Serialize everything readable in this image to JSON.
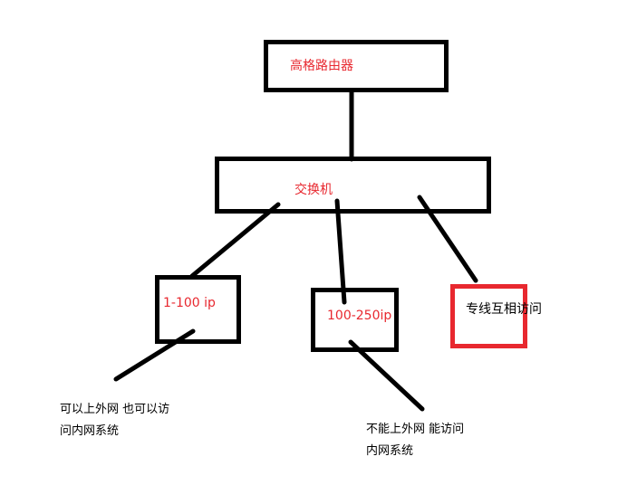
{
  "router": {
    "label": "高格路由器"
  },
  "switch": {
    "label": "交换机"
  },
  "subnet_a": {
    "label": "1-100 ip"
  },
  "subnet_b": {
    "label": "100-250ip"
  },
  "dedicated": {
    "label": "专线互相访问",
    "border_color": "#e8282f"
  },
  "note_a": {
    "line1": "可以上外网 也可以访",
    "line2": "问内网系统"
  },
  "note_b": {
    "line1": "不能上外网  能访问",
    "line2": "内网系统"
  },
  "colors": {
    "label_red": "#e8282f",
    "stroke": "#000000"
  }
}
